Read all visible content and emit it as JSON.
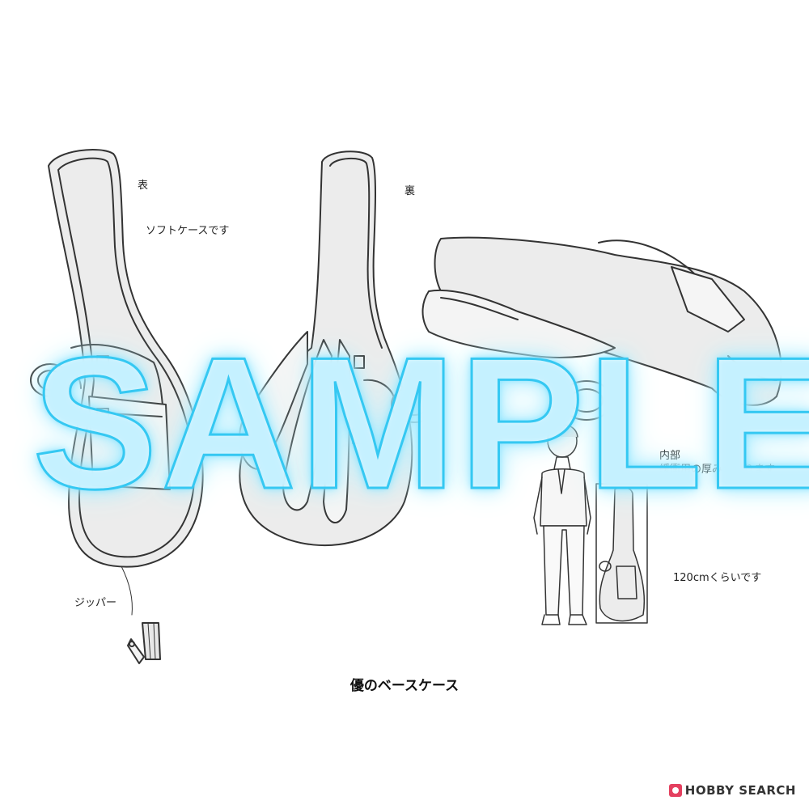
{
  "labels": {
    "front": "表",
    "soft_case": "ソフトケースです",
    "back": "裏",
    "interior": "内部",
    "cushion": "緩衝用の厚みがあります",
    "size": "120cmくらいです",
    "zipper": "ジッパー"
  },
  "title": "優のベースケース",
  "watermark": "SAMPLE",
  "brand": {
    "name": "HOBBY SEARCH",
    "logo_icon": "hobby-search-logo-icon"
  },
  "colors": {
    "watermark_stroke": "#35c8f2",
    "ink": "#222222",
    "case_fill": "#e9e9e9"
  }
}
